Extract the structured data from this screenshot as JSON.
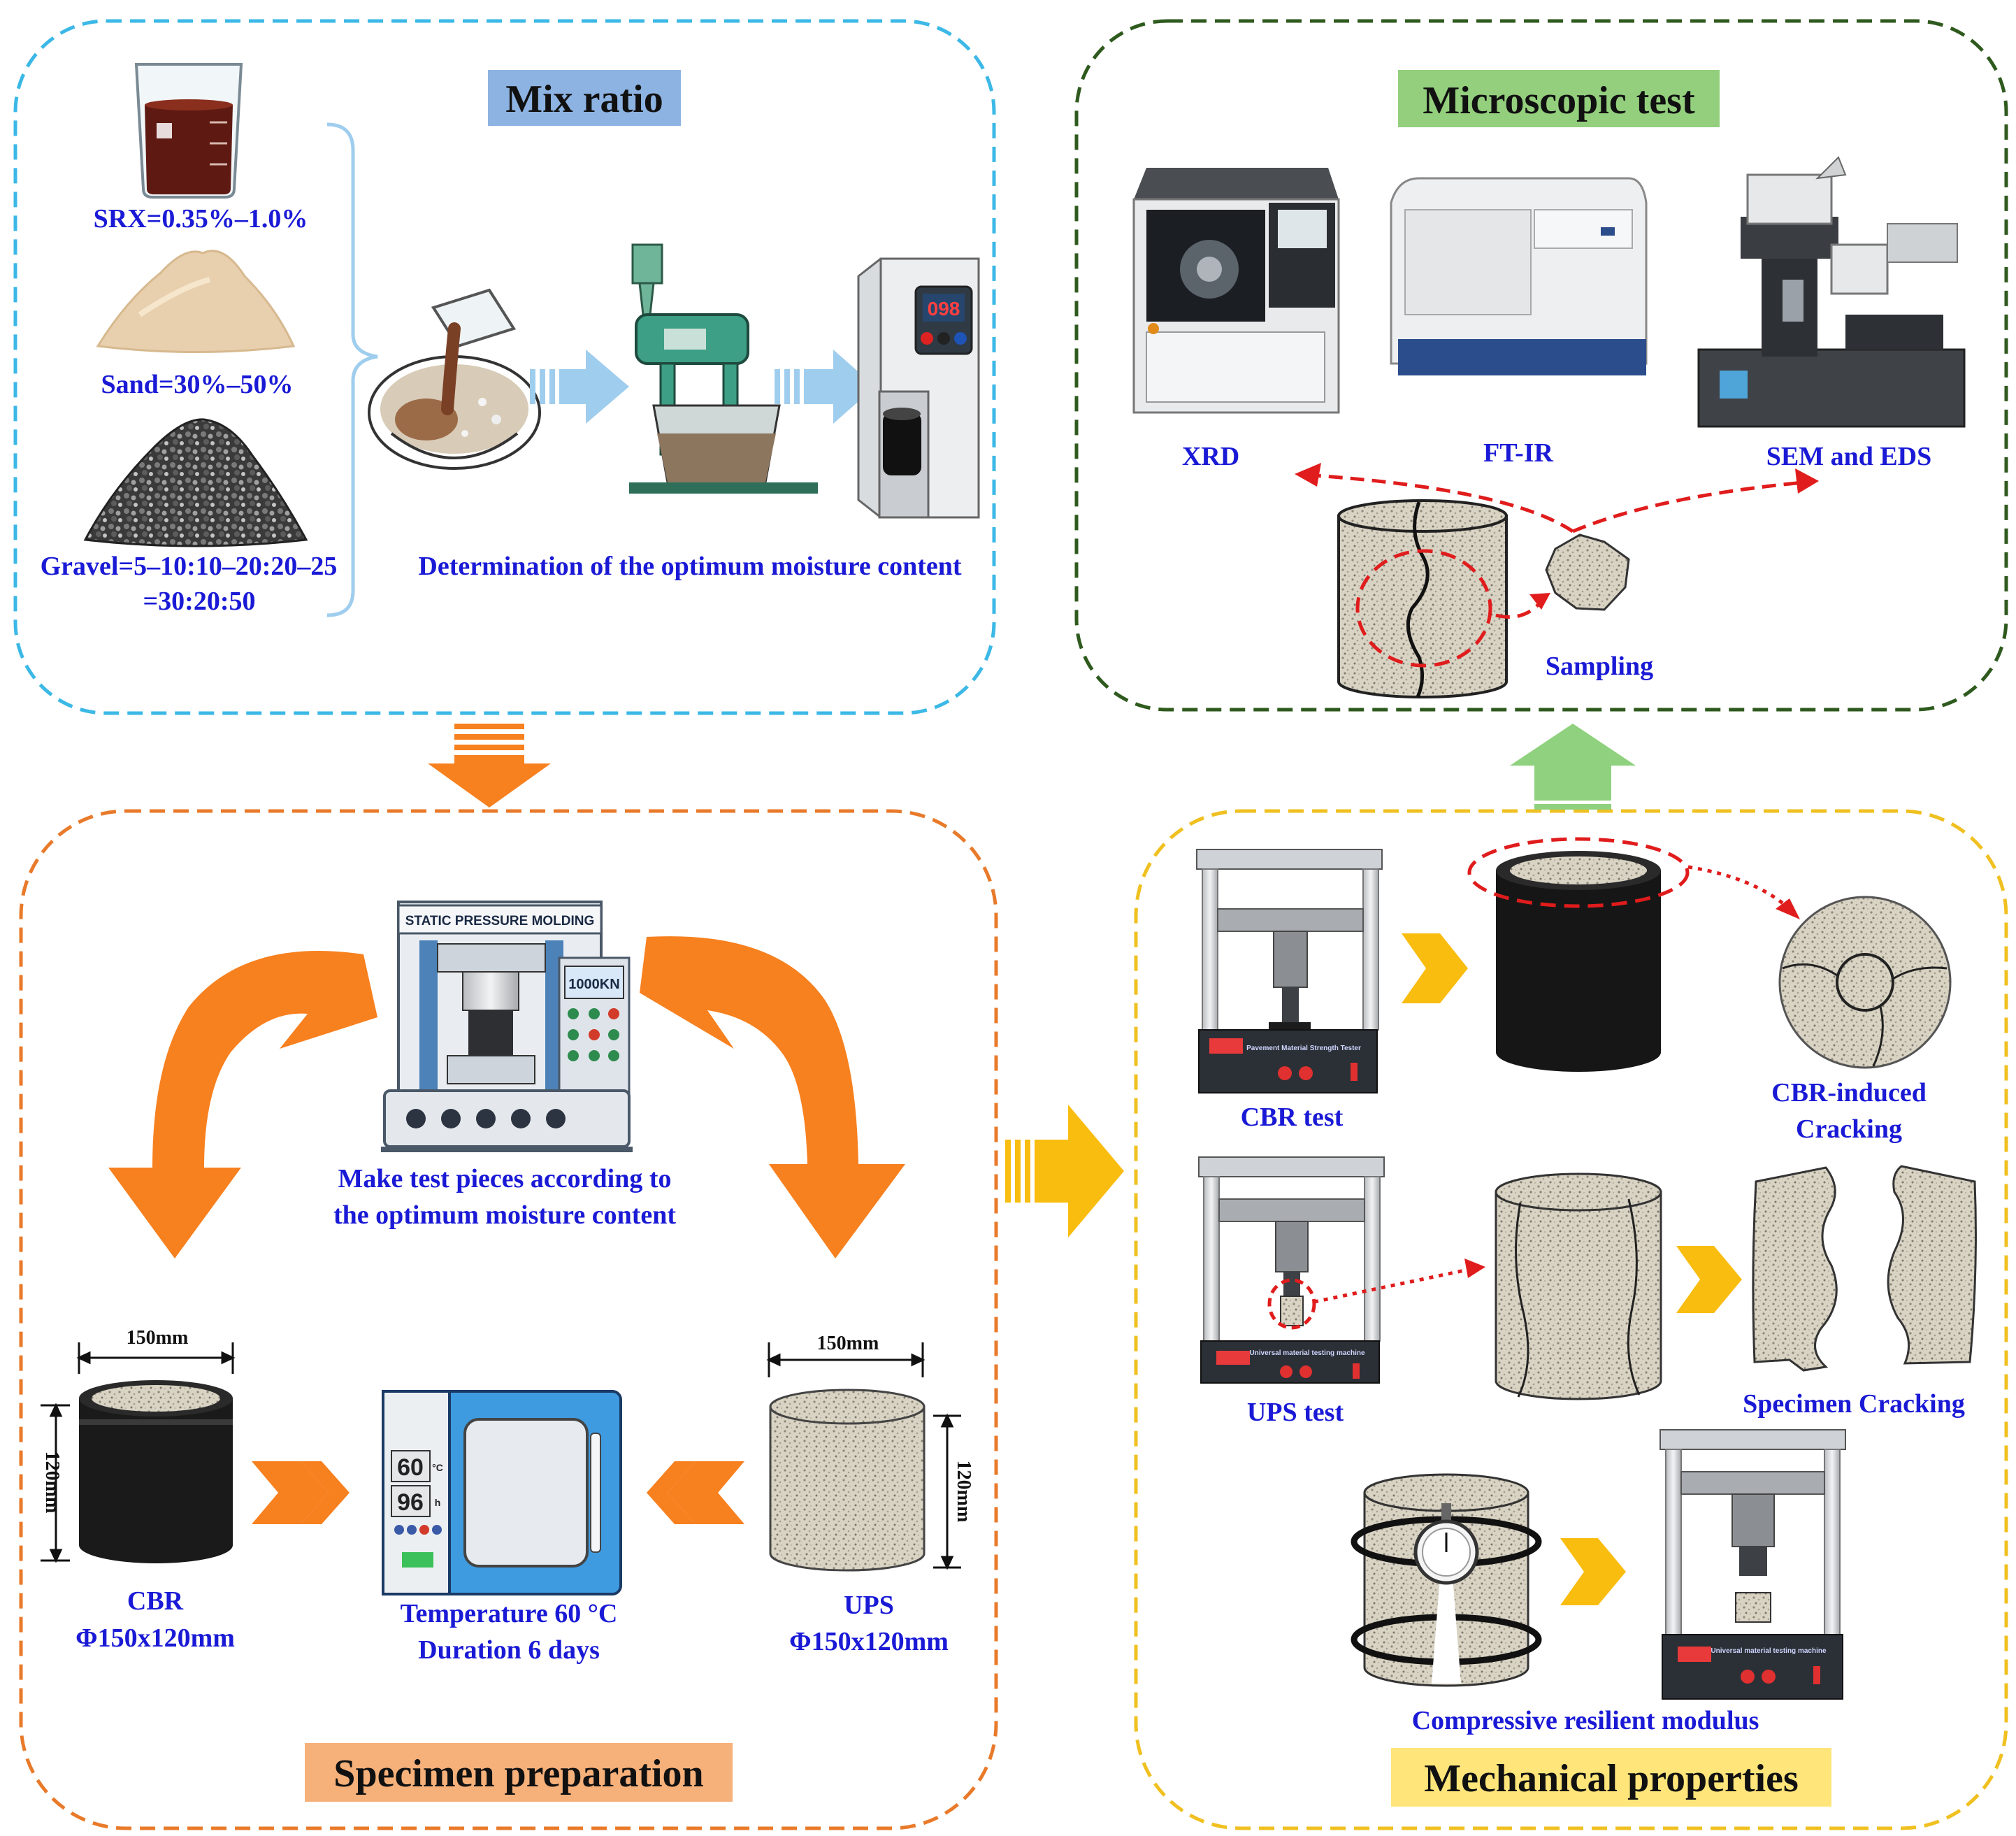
{
  "colors": {
    "mix_border": "#3bb8e6",
    "micro_border": "#2f5a1e",
    "spec_border": "#e87a2a",
    "mech_border": "#f0c020",
    "label_text": "#1a1ad6",
    "mix_title_bg": "#8db3e2",
    "micro_title_bg": "#93cf7d",
    "spec_title_bg": "#f6b07a",
    "mech_title_bg": "#ffe57a",
    "orange_arrow": "#f7801f",
    "yellow_arrow": "#f9bd10",
    "green_arrow": "#8fd17e",
    "blue_arrow": "#9fcdee",
    "red_dash": "#e01c1c"
  },
  "mix": {
    "title": "Mix ratio",
    "srx": "SRX=0.35%–1.0%",
    "sand": "Sand=30%–50%",
    "gravel_line1": "Gravel=5–10:10–20:20–25",
    "gravel_line2": "=30:20:50",
    "omc": "Determination of the optimum moisture content",
    "meter_display": "098"
  },
  "micro": {
    "title": "Microscopic test",
    "xrd": "XRD",
    "ftir": "FT-IR",
    "sem": "SEM and EDS",
    "sampling": "Sampling"
  },
  "spec": {
    "title": "Specimen preparation",
    "press_label": "STATIC PRESSURE MOLDING",
    "press_display": "1000KN",
    "make_line1": "Make test pieces according to",
    "make_line2": "the optimum moisture content",
    "cbr_width": "150mm",
    "cbr_height": "120mm",
    "cbr_name": "CBR",
    "cbr_size": "Φ150x120mm",
    "oven_temp_value": "60",
    "oven_temp_unit": "°C",
    "oven_time_value": "96",
    "oven_time_unit": "h",
    "oven_line1": "Temperature 60 °C",
    "oven_line2": "Duration 6 days",
    "ups_width": "150mm",
    "ups_height": "120mm",
    "ups_name": "UPS",
    "ups_size": "Φ150x120mm"
  },
  "mech": {
    "title": "Mechanical properties",
    "cbr_test": "CBR test",
    "cbr_crack_line1": "CBR-induced",
    "cbr_crack_line2": "Cracking",
    "ups_test": "UPS test",
    "specimen_cracking": "Specimen Cracking",
    "modulus": "Compressive resilient modulus",
    "machine1_text": "Pavement Material Strength Tester",
    "machine2_text": "Universal material testing machine",
    "machine3_text": "Universal material testing machine"
  }
}
